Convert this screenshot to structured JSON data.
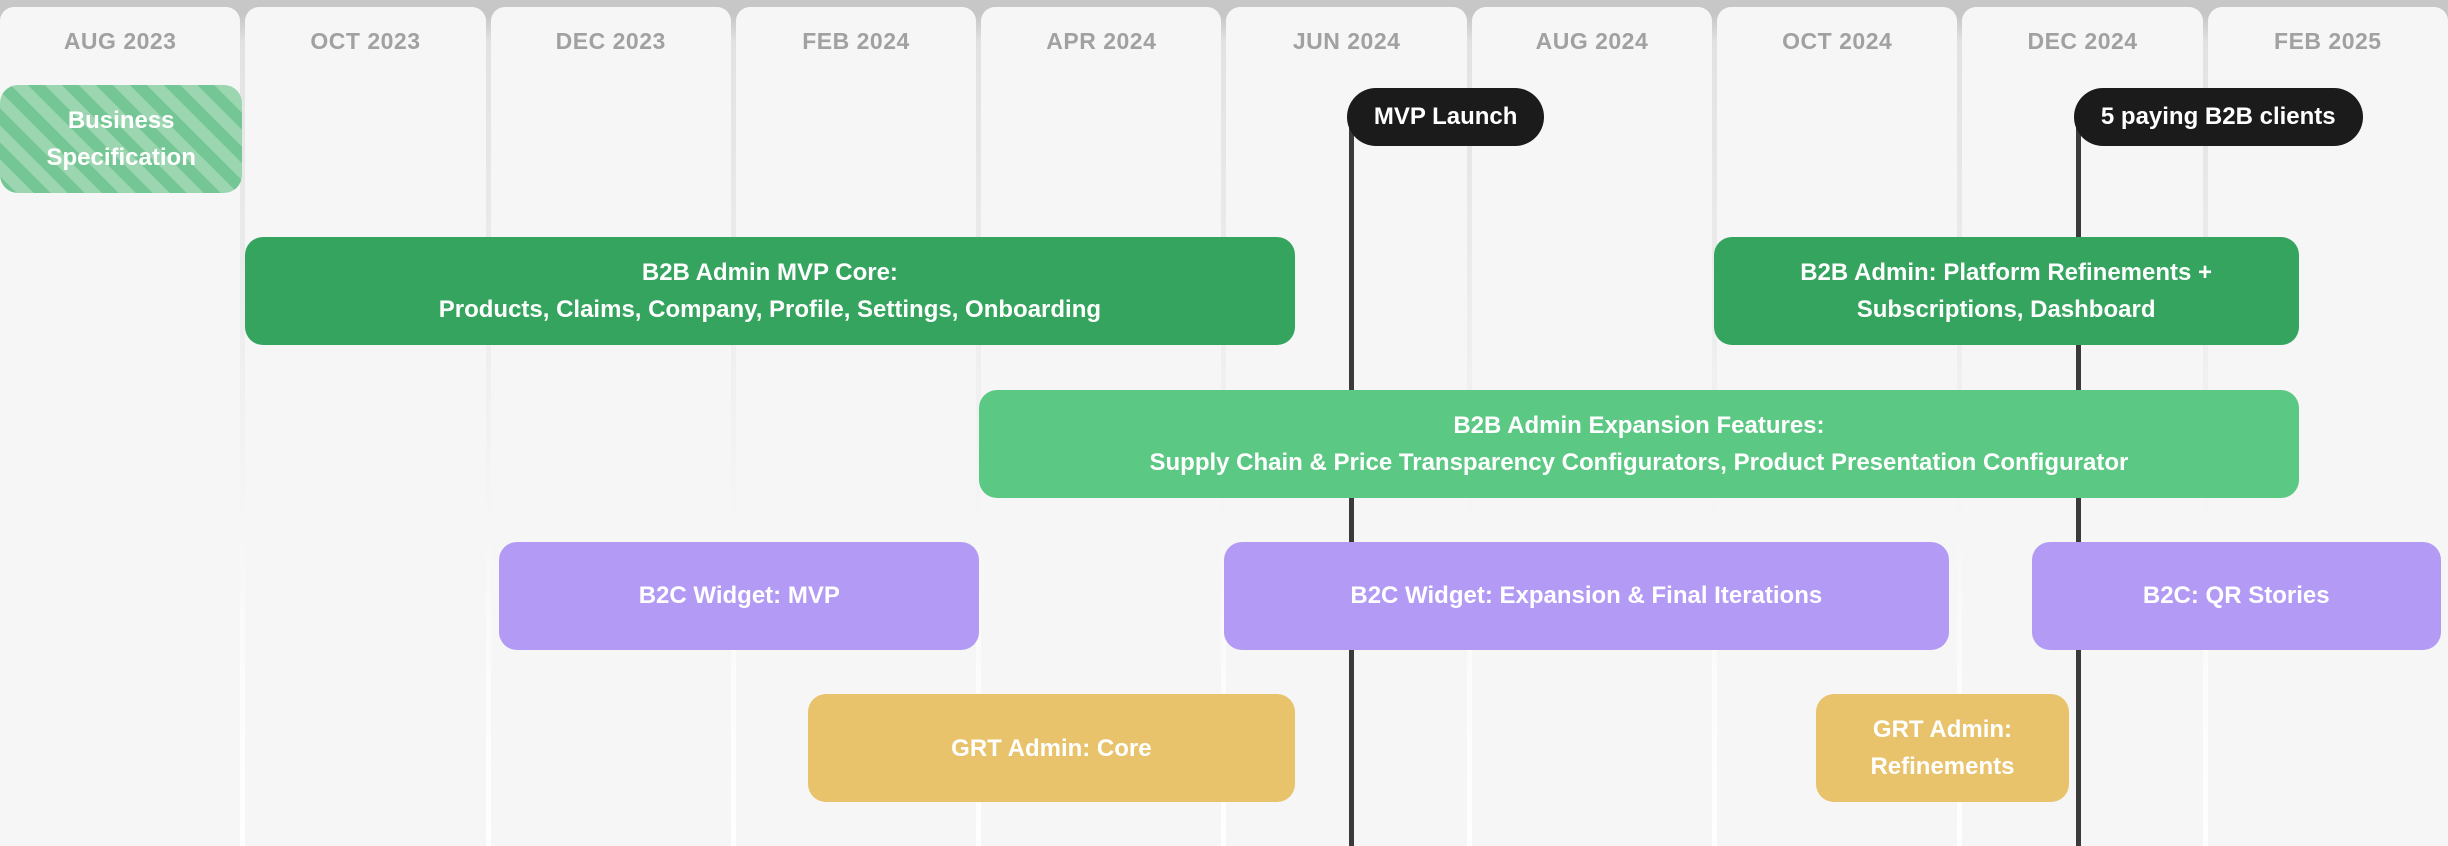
{
  "colors": {
    "green": "#34A45E",
    "green_light": "#5BC983",
    "purple": "#B29AF5",
    "yellow": "#E8C36B",
    "stripe_base": "#74C794",
    "stripe_light": "#9CD6B1",
    "pill_bg": "#1B1B1B",
    "milestone_line": "#3A3A3A",
    "column_bg": "#F6F6F6",
    "header_text": "#A1A1A1",
    "bar_text": "#FFFFFF",
    "top_strip": "#C7C7C7"
  },
  "chart_data": {
    "type": "bar",
    "subtype": "gantt-roadmap-timeline",
    "legend": "none",
    "grid": "vertical-month-columns",
    "axis_note": "10 columns, each column spans 2 months; positions below are in column units (0-10)",
    "months": [
      "AUG 2023",
      "OCT 2023",
      "DEC 2023",
      "FEB 2024",
      "APR 2024",
      "JUN 2024",
      "AUG 2024",
      "OCT 2024",
      "DEC 2024",
      "FEB 2025"
    ],
    "tasks": [
      {
        "id": "business-specification",
        "lane": 0,
        "start": 0,
        "end": 0.99,
        "color": "stripe_base",
        "pattern": "diagonal-stripes",
        "label_lines": [
          "Business",
          "Specification"
        ]
      },
      {
        "id": "b2b-admin-mvp-core",
        "lane": 1,
        "start": 1.0,
        "end": 5.29,
        "color": "green",
        "pattern": "solid",
        "label_lines": [
          "B2B Admin MVP Core:",
          "Products, Claims, Company, Profile, Settings, Onboarding"
        ]
      },
      {
        "id": "b2b-admin-platform-refinements",
        "lane": 1,
        "start": 7.0,
        "end": 9.39,
        "color": "green",
        "pattern": "solid",
        "label_lines": [
          "B2B Admin: Platform Refinements +",
          "Subscriptions, Dashboard"
        ]
      },
      {
        "id": "b2b-admin-expansion-features",
        "lane": 2,
        "start": 4.0,
        "end": 9.39,
        "color": "green_light",
        "pattern": "solid",
        "label_lines": [
          "B2B Admin Expansion Features:",
          "Supply Chain & Price Transparency Configurators, Product Presentation Configurator"
        ]
      },
      {
        "id": "b2c-widget-mvp",
        "lane": 3,
        "start": 2.04,
        "end": 4.0,
        "color": "purple",
        "pattern": "solid",
        "label_lines": [
          "B2C Widget: MVP"
        ]
      },
      {
        "id": "b2c-widget-expansion-final-iterations",
        "lane": 3,
        "start": 5.0,
        "end": 7.96,
        "color": "purple",
        "pattern": "solid",
        "label_lines": [
          "B2C Widget: Expansion & Final Iterations"
        ]
      },
      {
        "id": "b2c-qr-stories",
        "lane": 3,
        "start": 8.3,
        "end": 9.97,
        "color": "purple",
        "pattern": "solid",
        "label_lines": [
          "B2C: QR Stories"
        ]
      },
      {
        "id": "grt-admin-core",
        "lane": 4,
        "start": 3.3,
        "end": 5.29,
        "color": "yellow",
        "pattern": "solid",
        "label_lines": [
          "GRT Admin: Core"
        ]
      },
      {
        "id": "grt-admin-refinements",
        "lane": 4,
        "start": 7.42,
        "end": 8.45,
        "color": "yellow",
        "pattern": "solid",
        "label_lines": [
          "GRT Admin:",
          "Refinements"
        ]
      }
    ],
    "milestones": [
      {
        "id": "mvp-launch",
        "label": "MVP Launch",
        "x": 5.51
      },
      {
        "id": "five-paying-b2b-clients",
        "label": "5 paying B2B clients",
        "x": 8.48
      }
    ]
  }
}
